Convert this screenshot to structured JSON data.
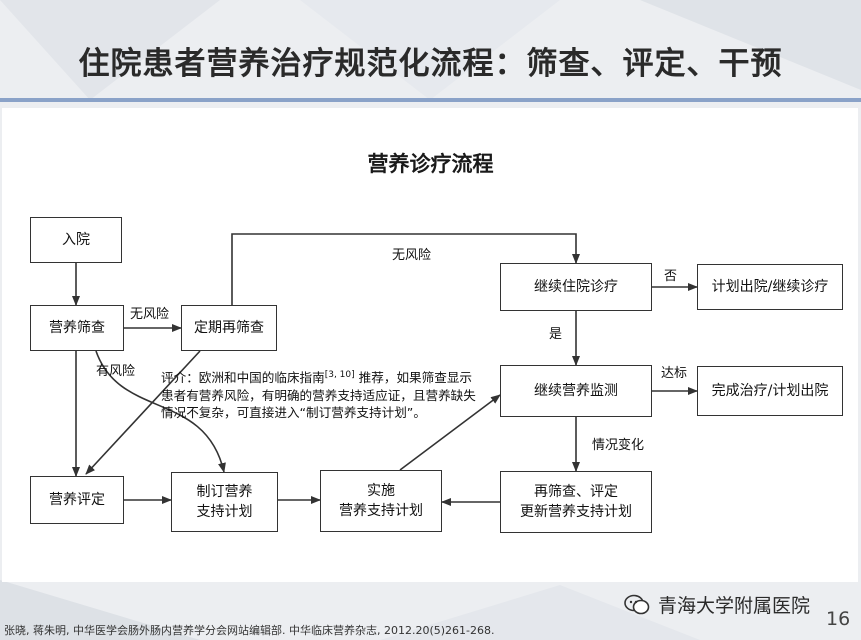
{
  "slide_title": "住院患者营养治疗规范化流程：筛查、评定、干预",
  "diagram_title": "营养诊疗流程",
  "nodes": {
    "admission": "入院",
    "screening": "营养筛查",
    "rescreen": "定期再筛查",
    "assessment": "营养评定",
    "make_plan": "制订营养\n支持计划",
    "implement": "实施\n营养支持计划",
    "rescreen_update": "再筛查、评定\n更新营养支持计划",
    "continue_stay": "继续住院诊疗",
    "discharge_plan": "计划出院/继续诊疗",
    "continue_monitor": "继续营养监测",
    "complete": "完成治疗/计划出院"
  },
  "edge_labels": {
    "no_risk_1": "无风险",
    "no_risk_2": "无风险",
    "has_risk": "有风险",
    "no": "否",
    "yes": "是",
    "reached": "达标",
    "changed": "情况变化"
  },
  "note": {
    "before_ref": "评介：欧洲和中国的临床指南",
    "ref": "[3, 10]",
    "after_ref": " 推荐，如果筛查显示患者有营养风险，有明确的营养支持适应证，且营养缺失情况不复杂，可直接进入“制订营养支持计划”。"
  },
  "footer": "张晓, 蒋朱明, 中华医学会肠外肠内营养学分会网站编辑部. 中华临床营养杂志, 2012.20(5)261-268.",
  "watermark": "青海大学附属医院",
  "page_number": "16",
  "colors": {
    "title_rule": "#8aa2c8",
    "line": "#333333"
  }
}
